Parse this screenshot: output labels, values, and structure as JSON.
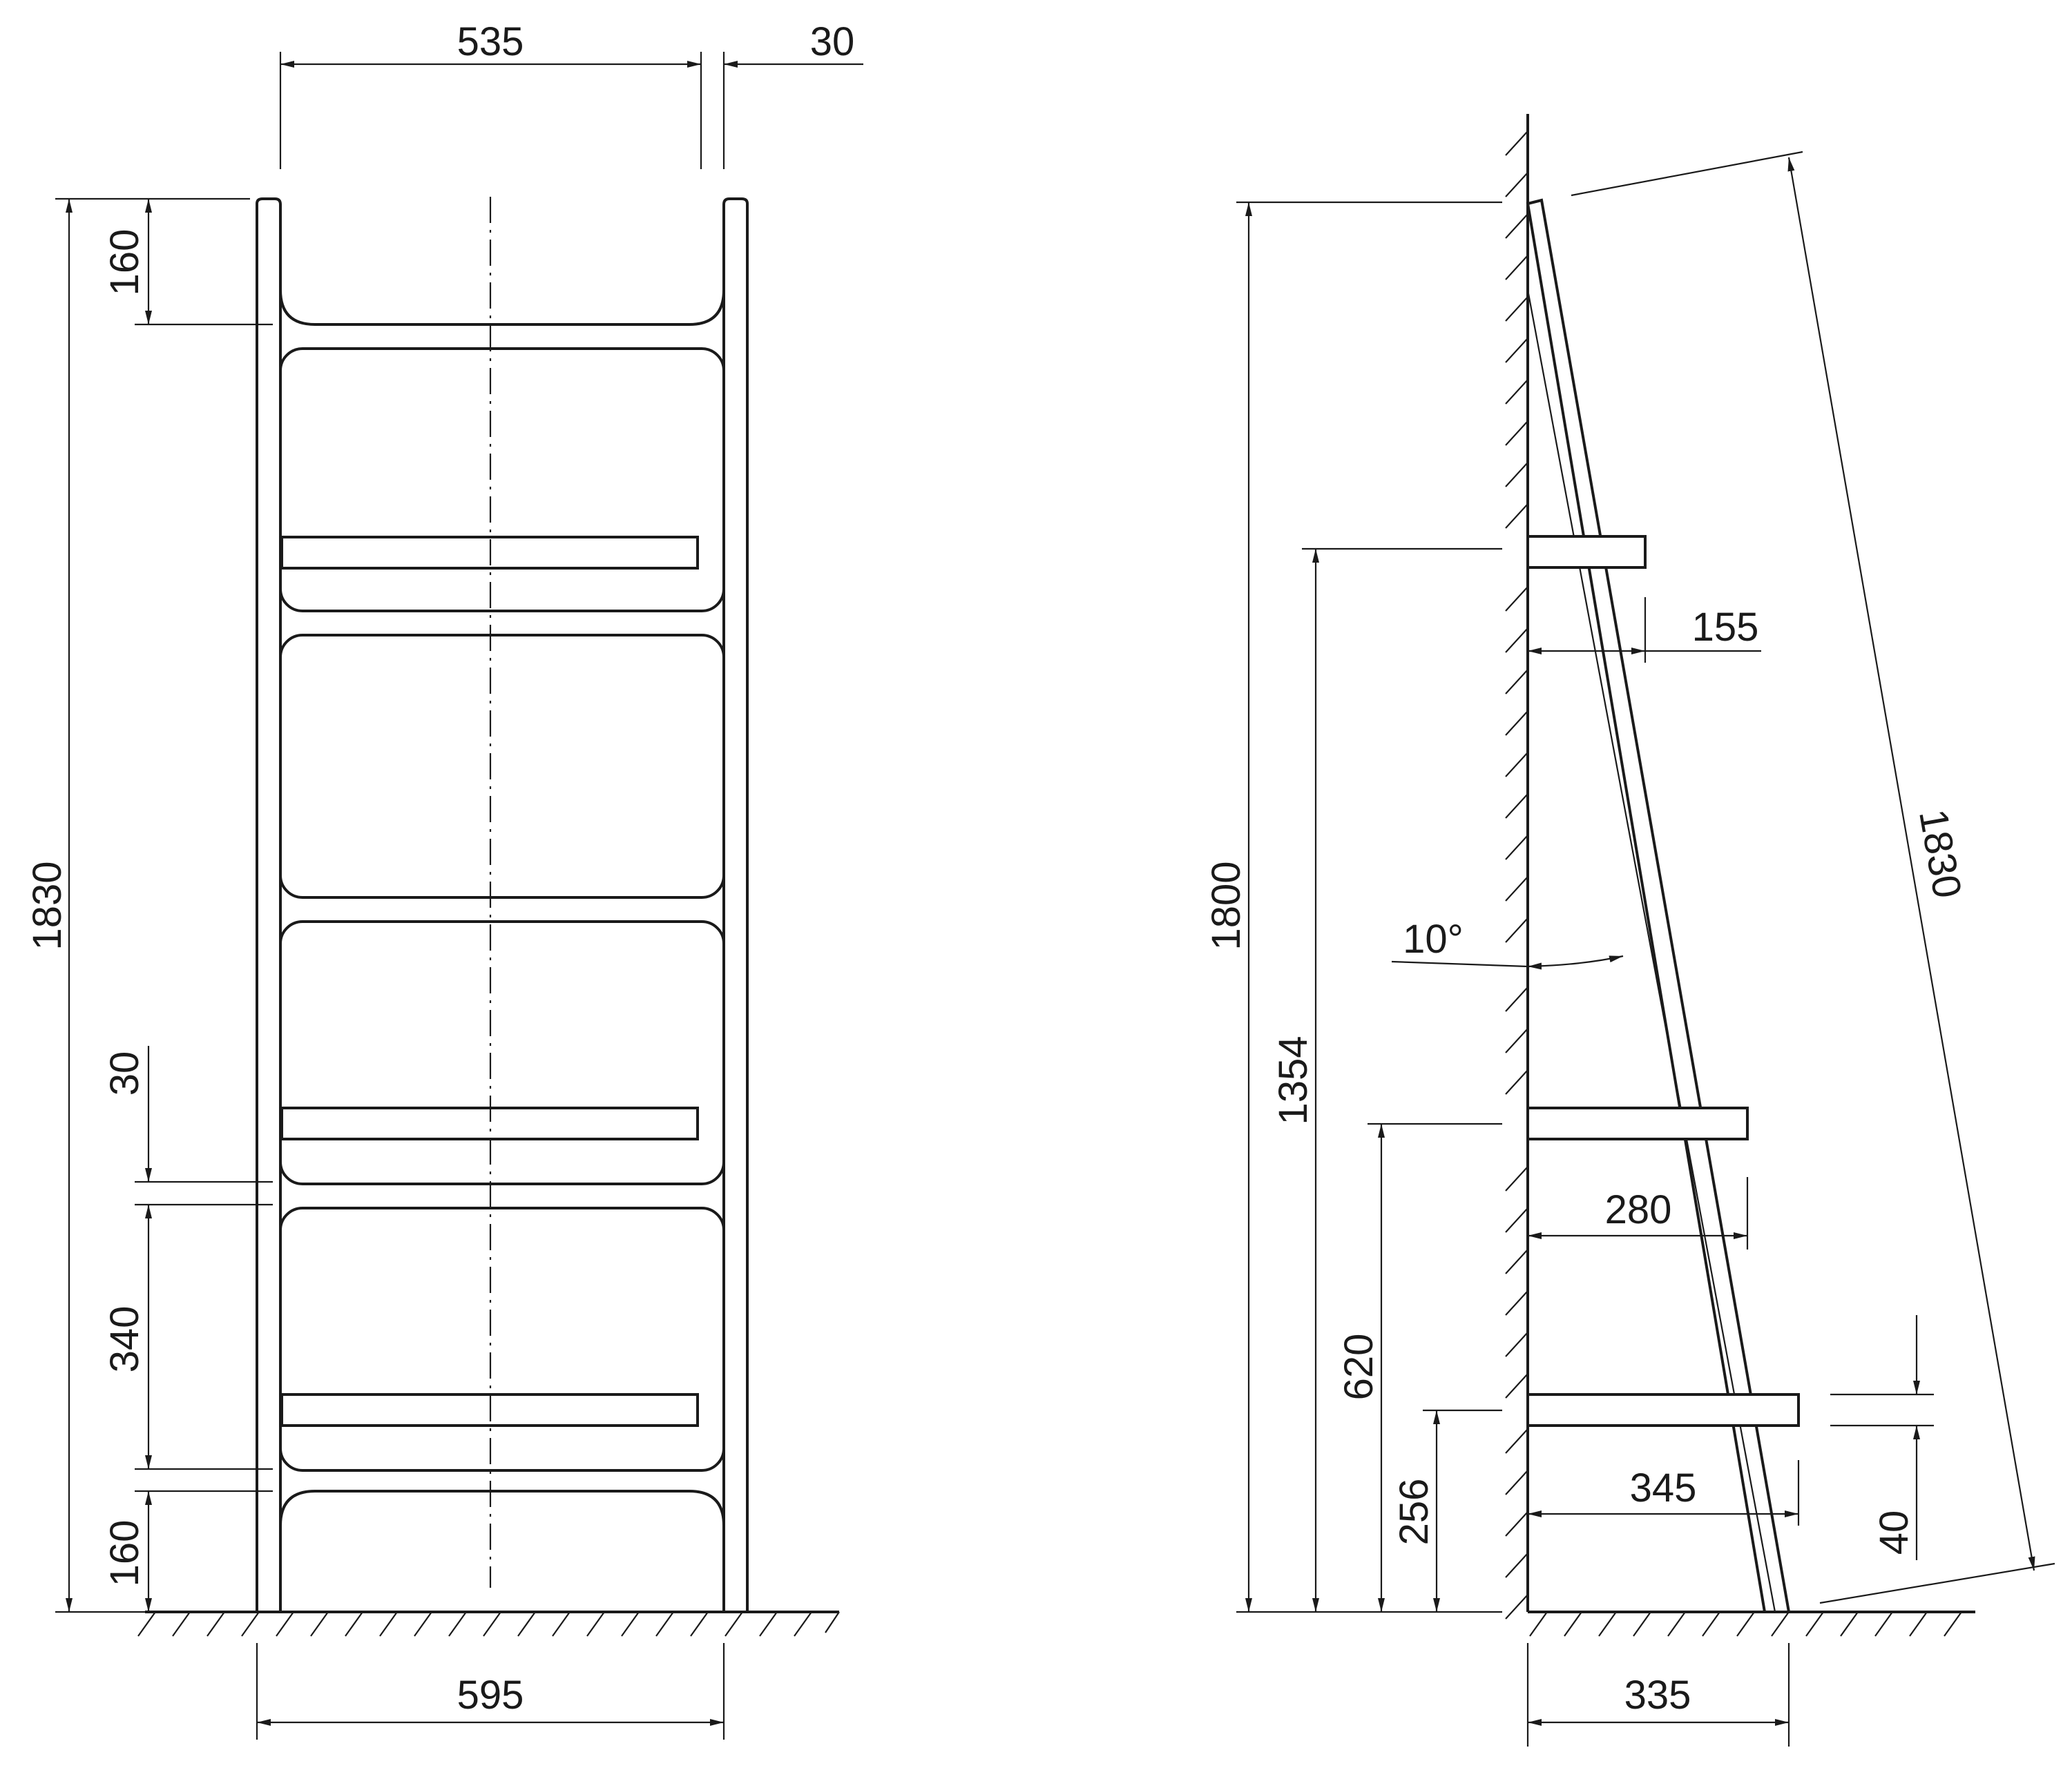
{
  "dimensions": {
    "front": {
      "inner_width": "535",
      "rail_width": "30",
      "total_height": "1830",
      "top_offset": "160",
      "shelf_thickness": "30",
      "shelf_spacing": "340",
      "bottom_offset": "160",
      "total_width": "595"
    },
    "side": {
      "height": "1800",
      "top_shelf_height": "1354",
      "middle_shelf_height": "620",
      "bottom_shelf_height": "256",
      "top_shelf_depth": "155",
      "middle_shelf_depth": "280",
      "bottom_shelf_depth": "345",
      "lean_angle": "10°",
      "rail_length": "1830",
      "shelf_thickness": "40",
      "base_depth": "335"
    }
  }
}
